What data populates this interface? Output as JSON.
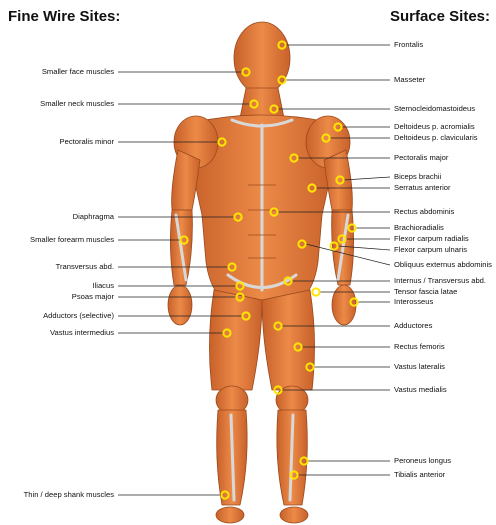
{
  "headings": {
    "fine_wire": "Fine Wire Sites:",
    "surface": "Surface Sites:"
  },
  "fine_wire_sites": [
    "Smaller face  muscles",
    "Smaller neck muscles",
    "Pectoralis minor",
    "Diaphragma",
    "Smaller forearm  muscles",
    "Transversus abd.",
    "Iliacus",
    "Psoas major",
    "Adductors (selective)",
    "Vastus intermedius",
    "Thin / deep shank muscles"
  ],
  "surface_sites": [
    "Frontalis",
    "Masseter",
    "Sternocleidomastoideus",
    "Deltoideus p. acromialis",
    "Deltoideus p. clavicularis",
    "Pectoralis major",
    "Biceps brachii",
    "Serratus anterior",
    "Rectus abdominis",
    "Brachioradialis",
    "Flexor carpum radialis",
    "Flexor carpum ulnaris",
    "Obliquus externus abdominis",
    "Internus / Transversus abd.",
    "Tensor fascia latae",
    "Interosseus",
    "Adductores",
    "Rectus femoris",
    "Vastus lateralis",
    "Vastus medialis",
    "Peroneus longus",
    "Tibialis anterior"
  ],
  "colors": {
    "muscle": "#e07a3a",
    "muscle_dark": "#b9541f",
    "tendon": "#d9d9d9",
    "marker": "#ffe600",
    "line": "#222222"
  }
}
